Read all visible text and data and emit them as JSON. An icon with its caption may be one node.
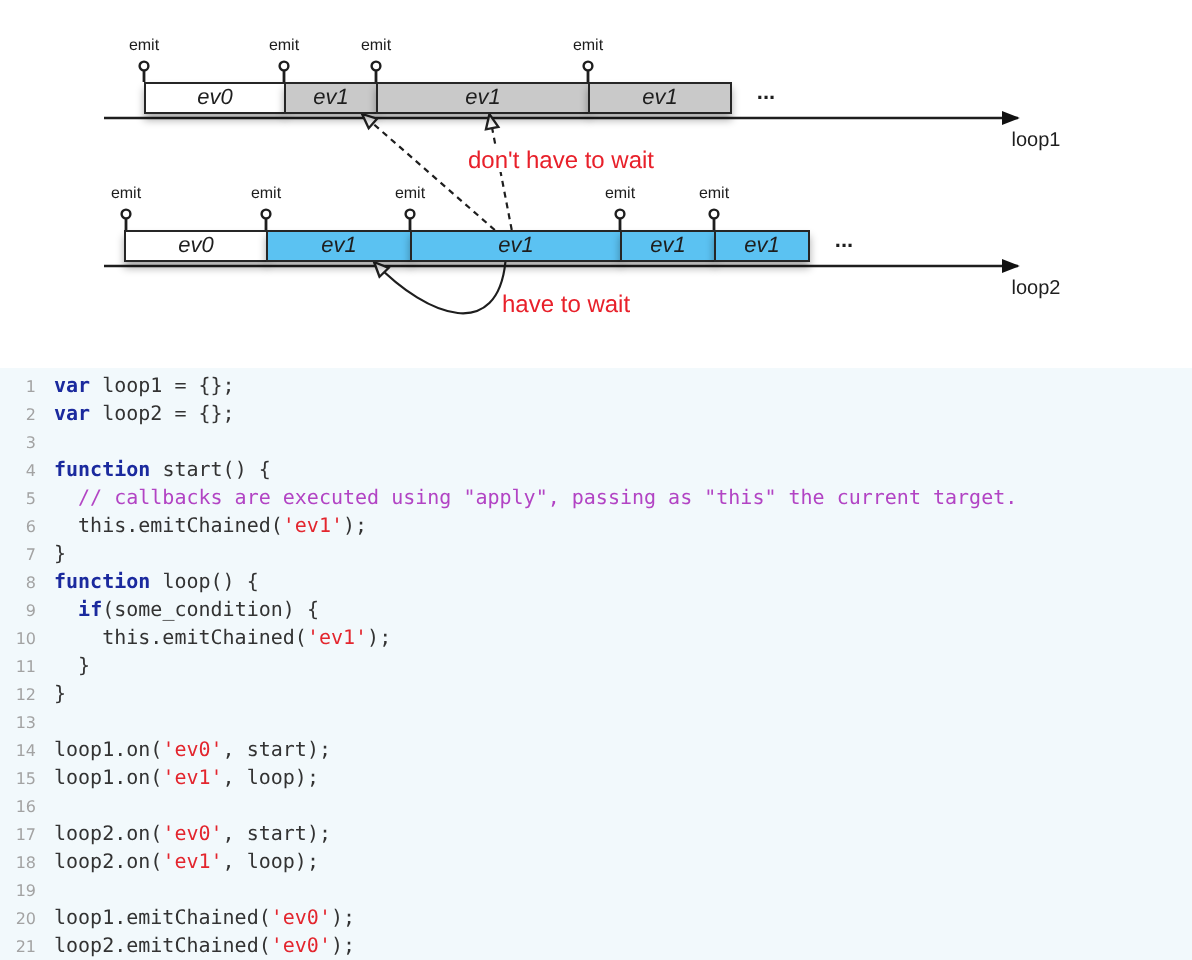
{
  "diagram": {
    "nodes": [
      {
        "text": [
          "ev0"
        ]
      },
      {
        "text": [
          "ev1"
        ]
      },
      {
        "text": [
          "ev1"
        ]
      },
      {
        "text": [
          "ev1"
        ]
      },
      {
        "text": [
          "ev0"
        ]
      },
      {
        "text": [
          "ev1"
        ]
      },
      {
        "text": [
          "ev1"
        ]
      },
      {
        "text": [
          "ev1"
        ]
      },
      {
        "text": [
          "ev1"
        ]
      }
    ],
    "edges": [
      {
        "from": 6,
        "to": 1,
        "arrow": "to",
        "style": "dashed"
      },
      {
        "from": 6,
        "to": 2,
        "arrow": "to",
        "style": "dashed",
        "label": "don't have to wait"
      },
      {
        "from": 6,
        "to": 5,
        "arrow": "to",
        "label": "have to wait"
      }
    ],
    "labels": [
      "emit",
      "emit",
      "emit",
      "emit",
      "...",
      "loop1",
      "emit",
      "emit",
      "emit",
      "emit",
      "emit",
      "...",
      "loop2",
      "1",
      "**var** loop1 = {};",
      "2",
      "**var** loop2 = {};",
      "3",
      "4",
      "**function** start() {",
      "5",
      "  // callbacks are executed using \"apply\", passing as \"this\" the current target.",
      "6",
      "  this.emitChained('ev1');",
      "7",
      "}",
      "8",
      "**function** loop() {",
      "9",
      "  **if**(some_condition) {",
      "10",
      "    this.emitChained('ev1');",
      "11",
      "  }",
      "12",
      "}",
      "13",
      "14",
      "loop1.on('ev0', start);",
      "15",
      "loop1.on('ev1', loop);",
      "16",
      "17",
      "loop2.on('ev0', start);",
      "18",
      "loop2.on('ev1', loop);",
      "19",
      "20",
      "loop1.emitChained('ev0');",
      "21",
      "loop2.emitChained('ev0');"
    ]
  }
}
